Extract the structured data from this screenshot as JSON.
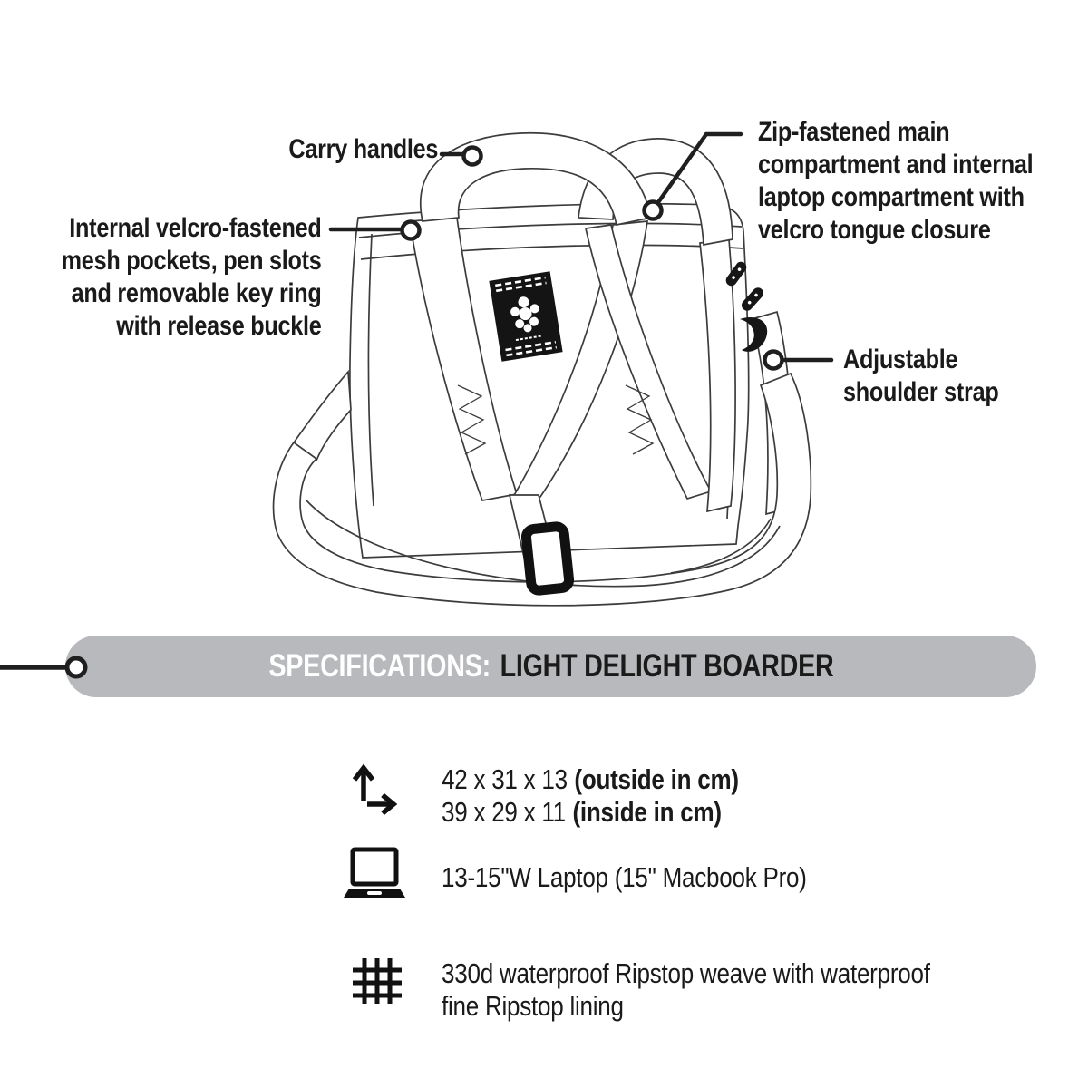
{
  "page": {
    "background": "#ffffff",
    "ink": "#1a1a1a",
    "drawing_line_color": "#3c3c3c"
  },
  "callouts": {
    "carry_handles": {
      "label": "Carry handles"
    },
    "internal_pockets": {
      "lines": [
        "Internal velcro-fastened",
        "mesh pockets, pen slots",
        "and removable key ring",
        "with release buckle"
      ]
    },
    "zip_compartment": {
      "lines": [
        "Zip-fastened main",
        "compartment and internal",
        "laptop compartment with",
        "velcro tongue closure"
      ]
    },
    "adjustable_strap": {
      "lines": [
        "Adjustable",
        "shoulder strap"
      ]
    }
  },
  "spec_bar": {
    "label": "SPECIFICATIONS:",
    "product": "LIGHT DELIGHT BOARDER",
    "background": "#b8b9bc",
    "label_color": "#ffffff",
    "product_color": "#1a1a1a"
  },
  "specs": {
    "dimensions": {
      "icon": "dimension-arrows-icon",
      "outside": {
        "value": "42 x 31 x 13",
        "note": "(outside in cm)"
      },
      "inside": {
        "value": "39 x 29 x 11",
        "note": "(inside in cm)"
      }
    },
    "laptop": {
      "icon": "laptop-icon",
      "text": "13-15\"W Laptop (15\" Macbook Pro)"
    },
    "material": {
      "icon": "weave-grid-icon",
      "lines": [
        "330d waterproof Ripstop weave with waterproof",
        "fine Ripstop lining"
      ]
    }
  }
}
